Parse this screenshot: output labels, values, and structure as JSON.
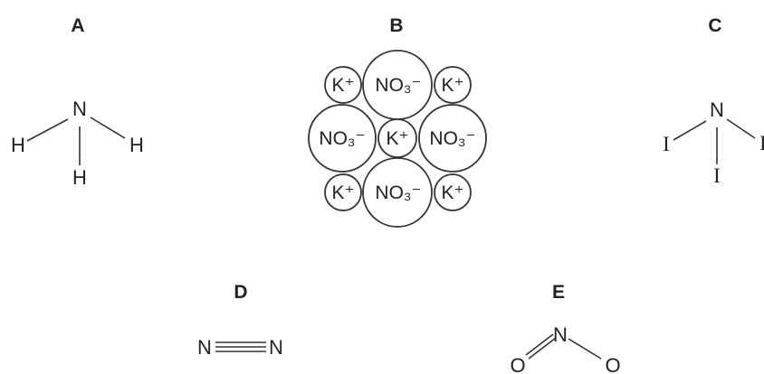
{
  "panels": {
    "A": {
      "label": "A",
      "atoms": {
        "center": "N",
        "left": "H",
        "right": "H",
        "bottom": "H"
      }
    },
    "B": {
      "label": "B",
      "ions": {
        "k_top_left": "K⁺",
        "no3_top": "NO₃⁻",
        "k_top_right": "K⁺",
        "no3_mid_left": "NO₃⁻",
        "k_center": "K⁺",
        "no3_mid_right": "NO₃⁻",
        "k_bottom_left": "K⁺",
        "no3_bottom": "NO₃⁻",
        "k_bottom_right": "K⁺"
      }
    },
    "C": {
      "label": "C",
      "atoms": {
        "center": "N",
        "left": "I",
        "right": "I",
        "bottom": "I"
      }
    },
    "D": {
      "label": "D",
      "atoms": {
        "left": "N",
        "right": "N"
      }
    },
    "E": {
      "label": "E",
      "atoms": {
        "center": "N",
        "left": "O",
        "right": "O"
      }
    }
  }
}
